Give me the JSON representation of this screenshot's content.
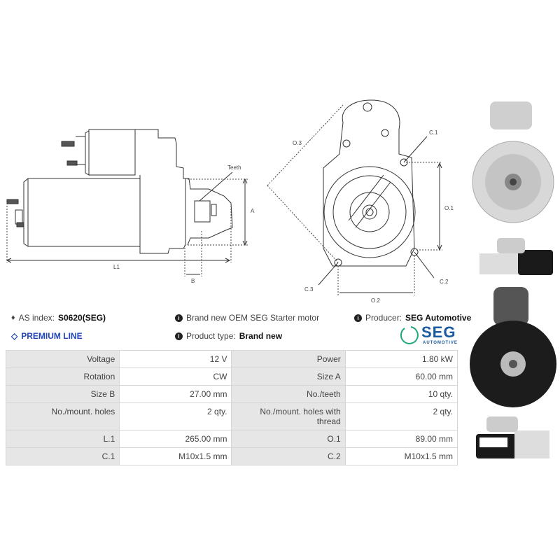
{
  "drawing_labels": {
    "teeth": "Teeth",
    "a": "A",
    "b": "B",
    "l1": "L1",
    "o1": "O.1",
    "o2": "O.2",
    "o3": "O.3",
    "c1": "C.1",
    "c2": "C.2",
    "c3": "C.3"
  },
  "info": {
    "as_index_label": "AS index:",
    "as_index_value": "S0620(SEG)",
    "premium": "PREMIUM LINE",
    "description": "Brand new OEM SEG Starter motor",
    "product_type_label": "Product type:",
    "product_type_value": "Brand new",
    "producer_label": "Producer:",
    "producer_value": "SEG Automotive"
  },
  "logo": {
    "text": "SEG",
    "subtext": "AUTOMOTIVE",
    "color": "#1a5aa0",
    "ring_color": "#1fa67a"
  },
  "specs": [
    [
      {
        "label": "Voltage",
        "value": "12 V"
      },
      {
        "label": "Power",
        "value": "1.80 kW"
      }
    ],
    [
      {
        "label": "Rotation",
        "value": "CW"
      },
      {
        "label": "Size A",
        "value": "60.00 mm"
      }
    ],
    [
      {
        "label": "Size B",
        "value": "27.00 mm"
      },
      {
        "label": "No./teeth",
        "value": "10 qty."
      }
    ],
    [
      {
        "label": "No./mount. holes",
        "value": "2 qty."
      },
      {
        "label": "No./mount. holes with thread",
        "value": "2 qty."
      }
    ],
    [
      {
        "label": "L.1",
        "value": "265.00 mm"
      },
      {
        "label": "O.1",
        "value": "89.00 mm"
      }
    ],
    [
      {
        "label": "C.1",
        "value": "M10x1.5 mm"
      },
      {
        "label": "C.2",
        "value": "M10x1.5 mm"
      }
    ]
  ]
}
